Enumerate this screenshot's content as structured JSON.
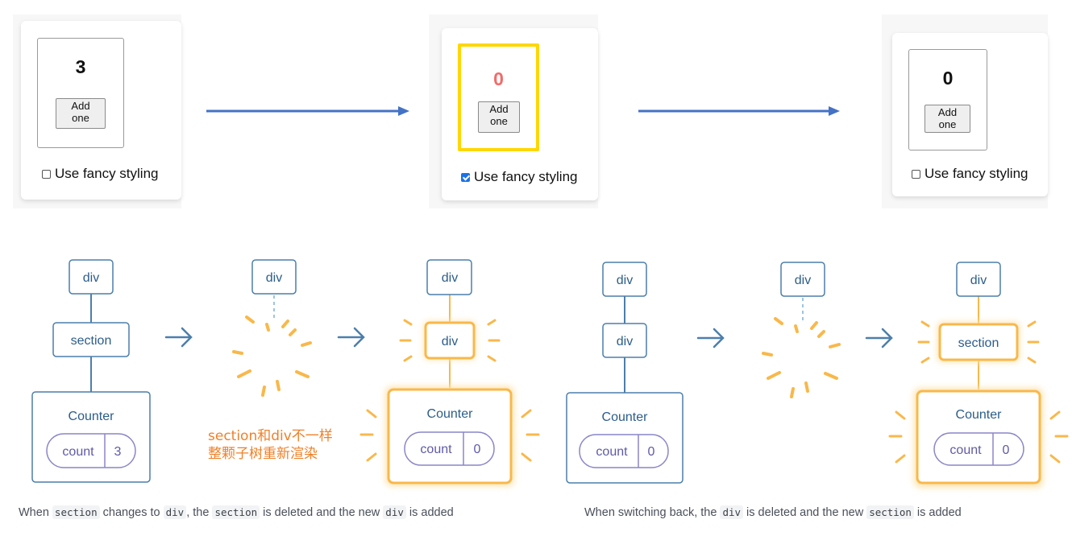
{
  "panels": [
    {
      "count": "3",
      "fancy": false,
      "add_label_1": "Add",
      "add_label_2": "one",
      "checkbox_label": "Use fancy styling"
    },
    {
      "count": "0",
      "fancy": true,
      "add_label_1": "Add",
      "add_label_2": "one",
      "checkbox_label": "Use fancy styling"
    },
    {
      "count": "0",
      "fancy": false,
      "add_label_1": "Add",
      "add_label_2": "one",
      "checkbox_label": "Use fancy styling"
    }
  ],
  "colors": {
    "node_border": "#4c7fab",
    "node_text": "#2c5d8a",
    "glow": "#f9b84a",
    "arrow_top": "#4472c4",
    "fancy_border": "#ffd700",
    "fancy_number": "#f36a6a",
    "note": "#f08028"
  },
  "tree": {
    "div": "div",
    "section": "section",
    "counter": "Counter",
    "count_label": "count",
    "count_before": "3",
    "count_after": "0"
  },
  "note": {
    "line1": "section和div不一样",
    "line2": "整颗子树重新渲染"
  },
  "captions": {
    "left": {
      "t1": "When ",
      "c1": "section",
      "t2": " changes to ",
      "c2": "div",
      "t3": ", the ",
      "c3": "section",
      "t4": " is deleted and the new ",
      "c4": "div",
      "t5": " is added"
    },
    "right": {
      "t1": "When switching back, the ",
      "c1": "div",
      "t2": " is deleted and the new ",
      "c2": "section",
      "t3": " is added"
    }
  }
}
